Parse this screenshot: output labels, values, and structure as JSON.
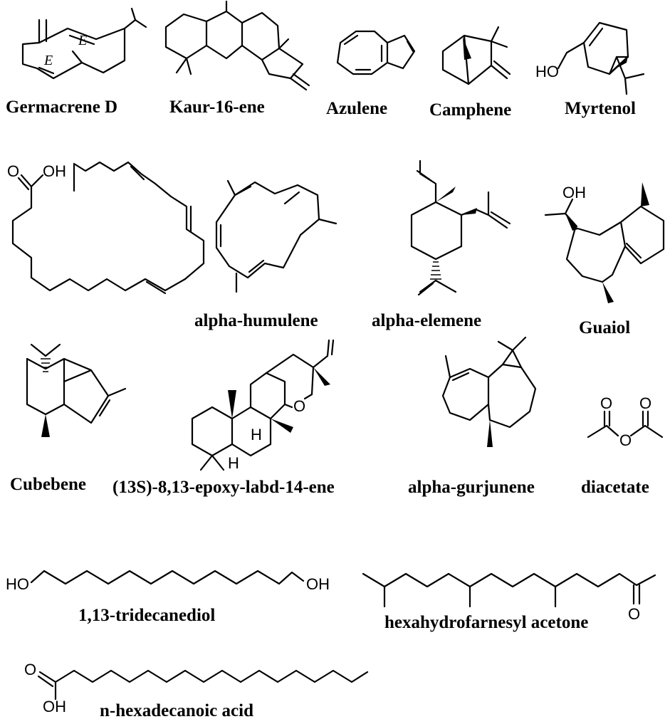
{
  "compounds": [
    {
      "name": "Germacrene D"
    },
    {
      "name": "Kaur-16-ene"
    },
    {
      "name": "Azulene"
    },
    {
      "name": "Camphene"
    },
    {
      "name": "Myrtenol",
      "atoms": [
        "HO"
      ]
    },
    {
      "name": "",
      "atoms": [
        "O",
        "OH"
      ]
    },
    {
      "name": "alpha-humulene"
    },
    {
      "name": "alpha-elemene"
    },
    {
      "name": "Guaiol",
      "atoms": [
        "OH"
      ]
    },
    {
      "name": "Cubebene"
    },
    {
      "name": "(13S)-8,13-epoxy-labd-14-ene",
      "atoms": [
        "O",
        "H",
        "H"
      ]
    },
    {
      "name": "alpha-gurjunene"
    },
    {
      "name": "diacetate",
      "atoms": [
        "O",
        "O",
        "O"
      ]
    },
    {
      "name": "1,13-tridecanediol",
      "atoms": [
        "HO",
        "OH"
      ]
    },
    {
      "name": "hexahydrofarnesyl acetone",
      "atoms": [
        "O"
      ]
    },
    {
      "name": "n-hexadecanoic acid",
      "atoms": [
        "O",
        "OH"
      ]
    }
  ],
  "stereo_labels": [
    "E",
    "E"
  ],
  "ink_color": "#000000",
  "background_color": "#ffffff"
}
